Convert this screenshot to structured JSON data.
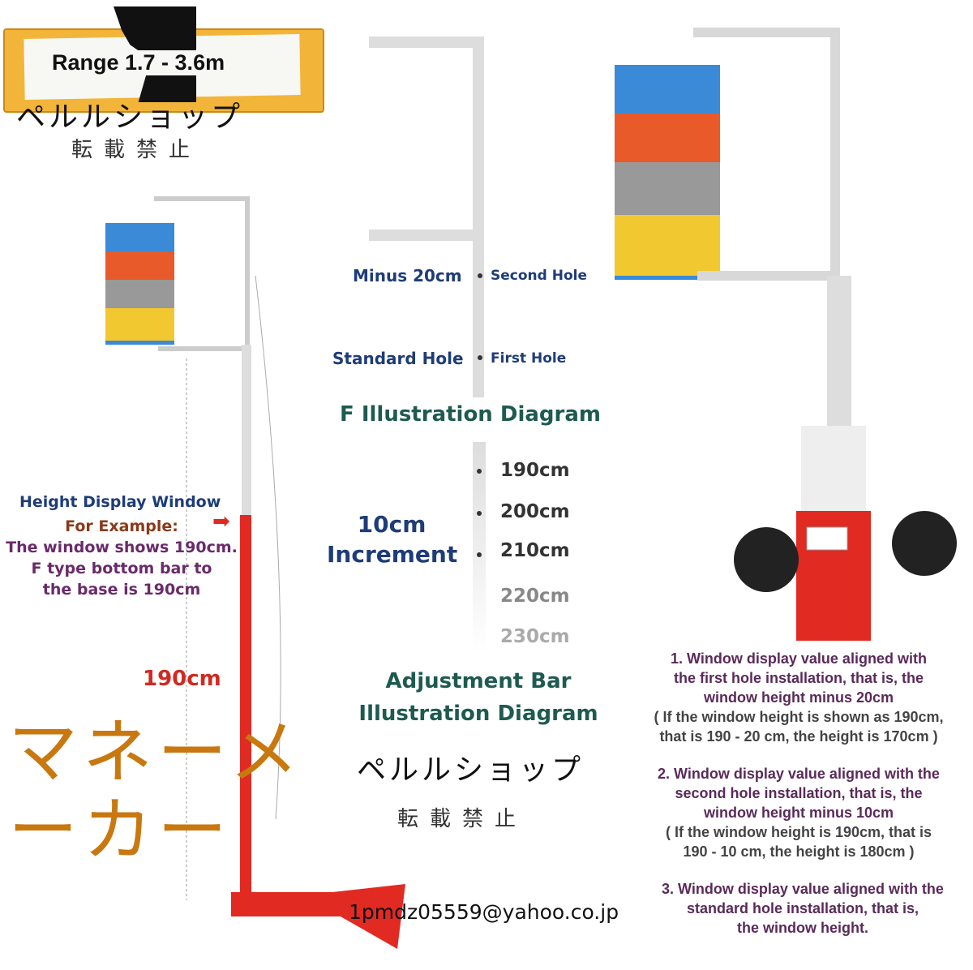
{
  "sign": {
    "range_text": "Range 1.7 - 3.6m"
  },
  "watermark": {
    "shop": "ペルルショップ",
    "no_repost": "転載禁止",
    "katakana": "マネーメーカー",
    "email": "1pmdz05559@yahoo.co.jp"
  },
  "left": {
    "window_label": "Height Display Window",
    "example_title": "For Example:",
    "example_lines": [
      "The window shows 190cm.",
      "F type bottom bar to",
      "the base is 190cm"
    ],
    "height_label": "190cm"
  },
  "f_diagram": {
    "minus_label": "Minus 20cm",
    "second_hole": "Second Hole",
    "standard_label": "Standard Hole",
    "first_hole": "First Hole",
    "title": "F Illustration Diagram"
  },
  "adjust": {
    "increment_lines": [
      "10cm",
      "Increment"
    ],
    "marks": [
      "190cm",
      "200cm",
      "210cm",
      "220cm",
      "230cm"
    ],
    "title_lines": [
      "Adjustment Bar",
      "Illustration Diagram"
    ]
  },
  "notes": [
    {
      "main": [
        "1. Window display value aligned with",
        "the first hole installation, that is, the",
        "window height minus 20cm"
      ],
      "sub": [
        "( If the window height is shown as 190cm,",
        "that is 190 - 20 cm, the height is 170cm )"
      ]
    },
    {
      "main": [
        "2. Window display value aligned with the",
        "second hole installation, that is, the",
        "window height minus 10cm"
      ],
      "sub": [
        "( If the window height is 190cm, that is",
        "190 - 10 cm, the height is 180cm )"
      ]
    },
    {
      "main": [
        "3. Window display value aligned with the",
        "standard hole installation, that is,",
        "the window height."
      ],
      "sub": []
    }
  ],
  "colors": {
    "stand_red": "#e02a22",
    "watermark": "#c8780f"
  }
}
